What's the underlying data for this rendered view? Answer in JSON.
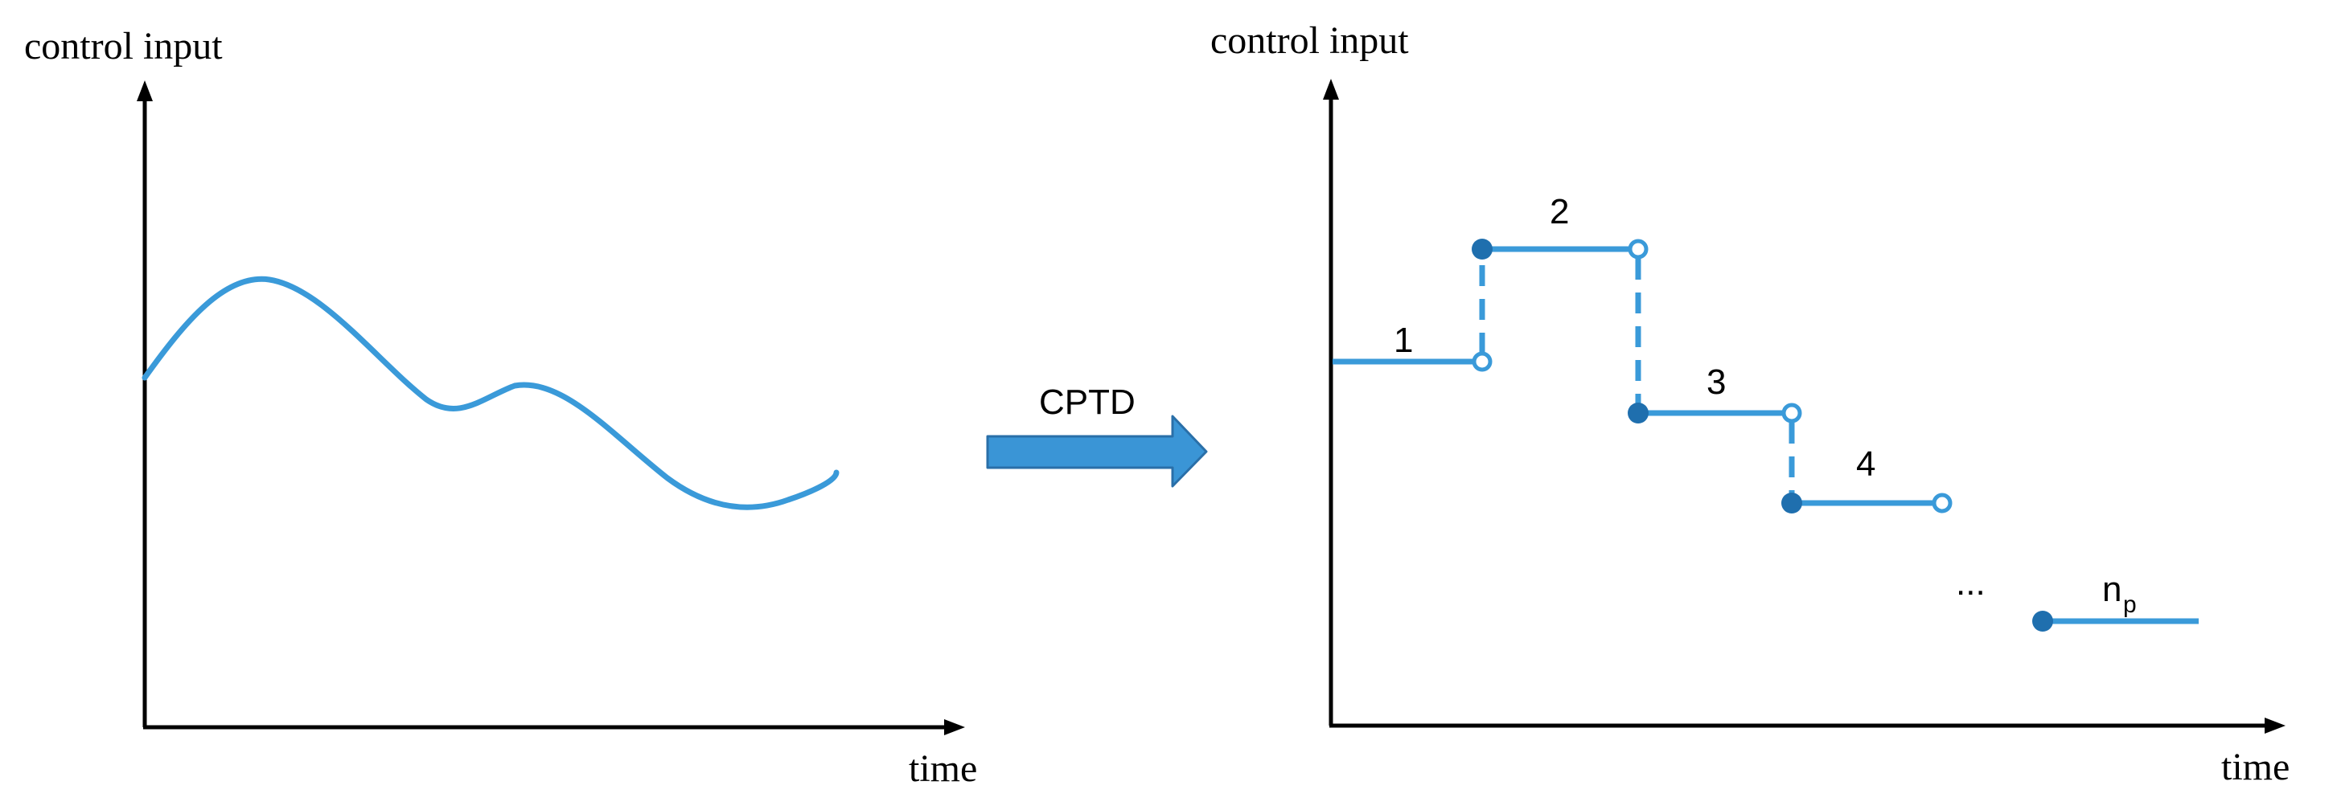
{
  "left_plot": {
    "y_axis_label": "control input",
    "x_axis_label": "time"
  },
  "transform_arrow": {
    "label": "CPTD"
  },
  "right_plot": {
    "y_axis_label": "control input",
    "x_axis_label": "time",
    "steps": [
      {
        "label": "1"
      },
      {
        "label": "2"
      },
      {
        "label": "3"
      },
      {
        "label": "4"
      }
    ],
    "ellipsis": "...",
    "last_step": {
      "label": "n",
      "subscript": "p"
    }
  },
  "colors": {
    "curve": "#3a9ad9",
    "dot_fill": "#1f6fae",
    "arrow_fill": "#3a95d6",
    "arrow_stroke": "#2a6fa8",
    "axis": "#000000"
  }
}
